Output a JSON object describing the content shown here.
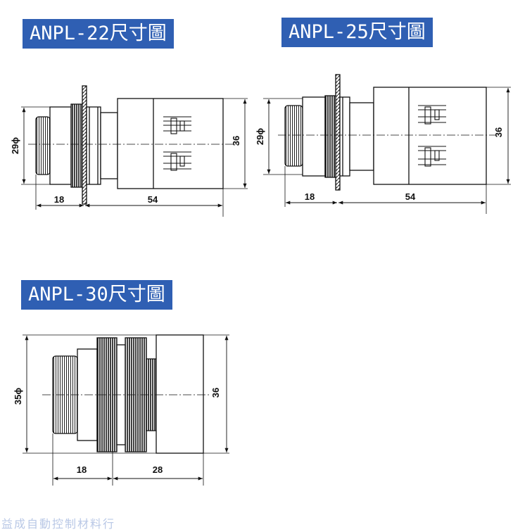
{
  "drawings": [
    {
      "id": "anpl22",
      "title": "ANPL-22尺寸圖",
      "diameter_label": "29ɸ",
      "height_label": "36",
      "dim_front": "18",
      "dim_body": "54"
    },
    {
      "id": "anpl25",
      "title": "ANPL-25尺寸圖",
      "diameter_label": "29ɸ",
      "height_label": "36",
      "dim_front": "18",
      "dim_body": "54"
    },
    {
      "id": "anpl30",
      "title": "ANPL-30尺寸圖",
      "diameter_label": "35ɸ",
      "height_label": "36",
      "dim_front": "18",
      "dim_body": "28"
    }
  ],
  "watermark": "益成自動控制材料行"
}
